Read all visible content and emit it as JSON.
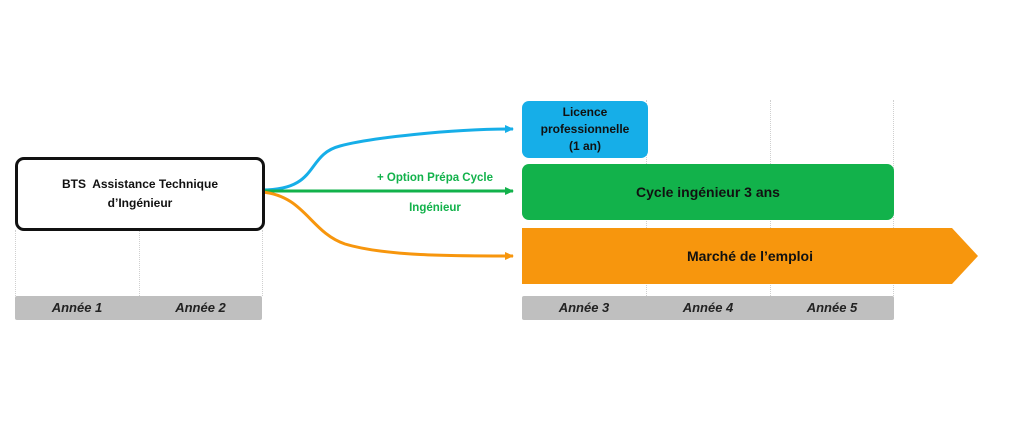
{
  "boxes": {
    "bts_line1": "BTS  Assistance Technique",
    "bts_line2": "d’Ingénieur",
    "licence_line1": "Licence",
    "licence_line2": "professionnelle",
    "licence_line3": "(1 an)",
    "cycle": "Cycle ingénieur 3 ans",
    "marche": "Marché de l’emploi"
  },
  "connector": {
    "option_line1": "+ Option Prépa Cycle",
    "option_line2": "Ingénieur"
  },
  "years": [
    "Année 1",
    "Année 2",
    "Année 3",
    "Année 4",
    "Année 5"
  ],
  "colors": {
    "blue": "#16aee8",
    "green": "#12b24b",
    "orange": "#f7960d",
    "grey": "#bfbfbf"
  }
}
